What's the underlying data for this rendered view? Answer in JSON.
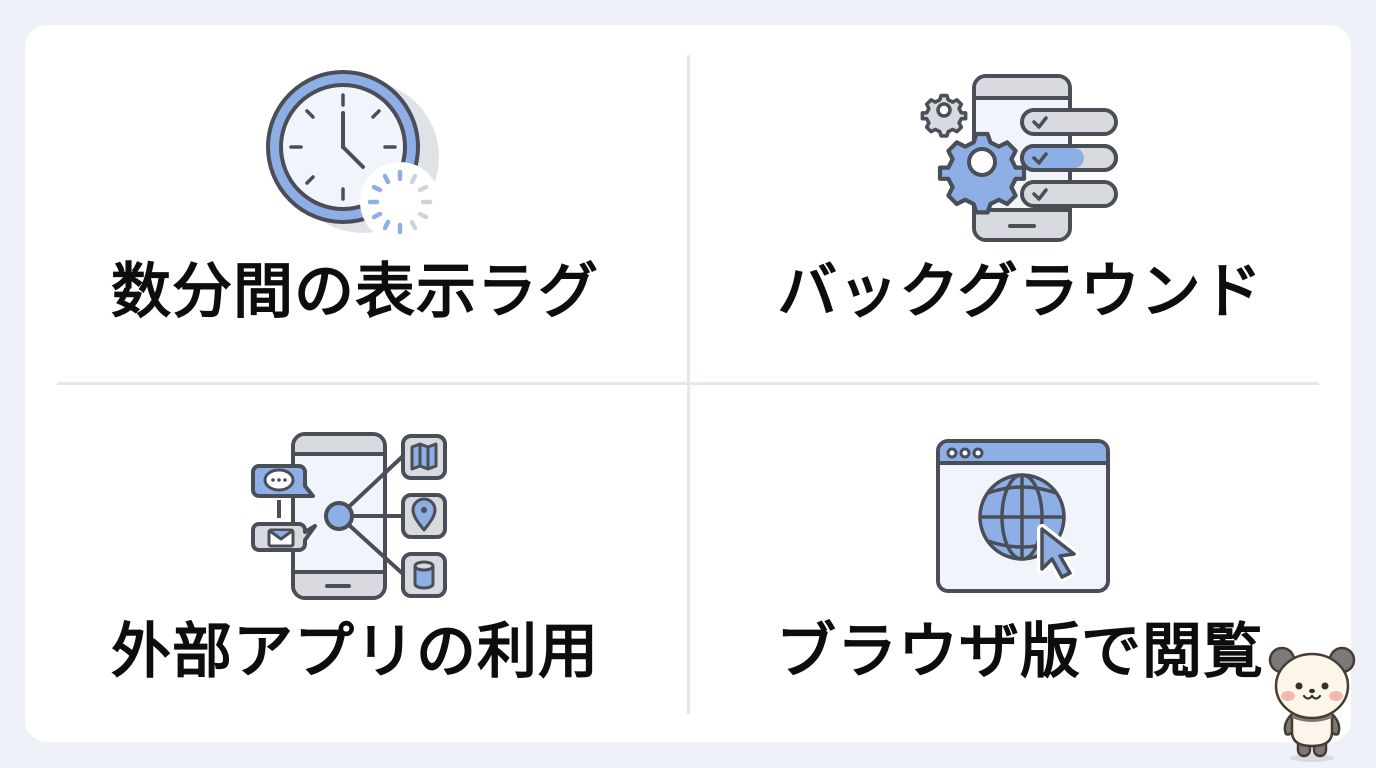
{
  "colors": {
    "page_background": "#eef2f8",
    "card_background": "#ffffff",
    "divider": "#e4e7ed",
    "icon_stroke": "#4a4f57",
    "icon_accent_blue": "#8eaee6",
    "icon_fill_gray": "#d8dadf",
    "icon_fill_light": "#f1f5fb",
    "label_text": "#0d0d0d"
  },
  "grid": {
    "items": [
      {
        "position": "top-left",
        "icon": "clock-loading-icon",
        "label": "数分間の表示ラグ"
      },
      {
        "position": "top-right",
        "icon": "phone-settings-gear-icon",
        "label": "バックグラウンド"
      },
      {
        "position": "bottom-left",
        "icon": "phone-external-apps-icon",
        "label": "外部アプリの利用"
      },
      {
        "position": "bottom-right",
        "icon": "browser-globe-cursor-icon",
        "label": "ブラウザ版で閲覧"
      }
    ]
  },
  "mascot": {
    "icon": "panda-mascot-icon"
  }
}
